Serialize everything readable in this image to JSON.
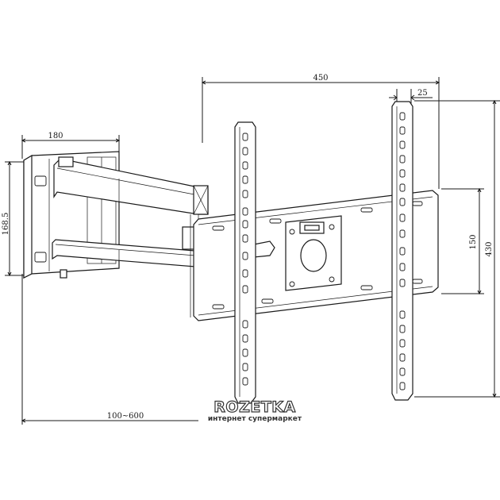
{
  "dimensions": {
    "total_width": "450",
    "offset": "25",
    "arm_width": "180",
    "wall_plate_height": "168.5",
    "inner_height": "150",
    "total_height": "430",
    "extension": "100~600"
  },
  "watermark": {
    "logo": "ROZETKA",
    "tagline": "интернет супермаркет"
  }
}
